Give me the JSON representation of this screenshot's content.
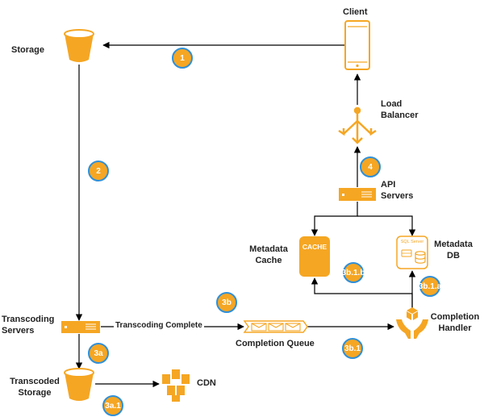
{
  "nodes": {
    "client": "Client",
    "storage": "Storage",
    "load_balancer": "Load\nBalancer",
    "api_servers": "API\nServers",
    "metadata_cache": "Metadata\nCache",
    "metadata_db": "Metadata\nDB",
    "transcoding_servers": "Transcoding\nServers",
    "transcoded_storage": "Transcoded\nStorage",
    "cdn": "CDN",
    "completion_queue": "Completion Queue",
    "completion_handler": "Completion\nHandler",
    "cache_icon_text": "CACHE",
    "sql_icon_text": "SQL Server"
  },
  "edges": {
    "transcoding_complete": "Transcoding Complete"
  },
  "steps": [
    "1",
    "2",
    "4",
    "3b",
    "3a",
    "3a.1",
    "3b.1",
    "3b.1.a",
    "3b.1.b"
  ],
  "colors": {
    "orange": "#f5a623",
    "badge_border": "#2f8fd8",
    "line": "#000000"
  }
}
